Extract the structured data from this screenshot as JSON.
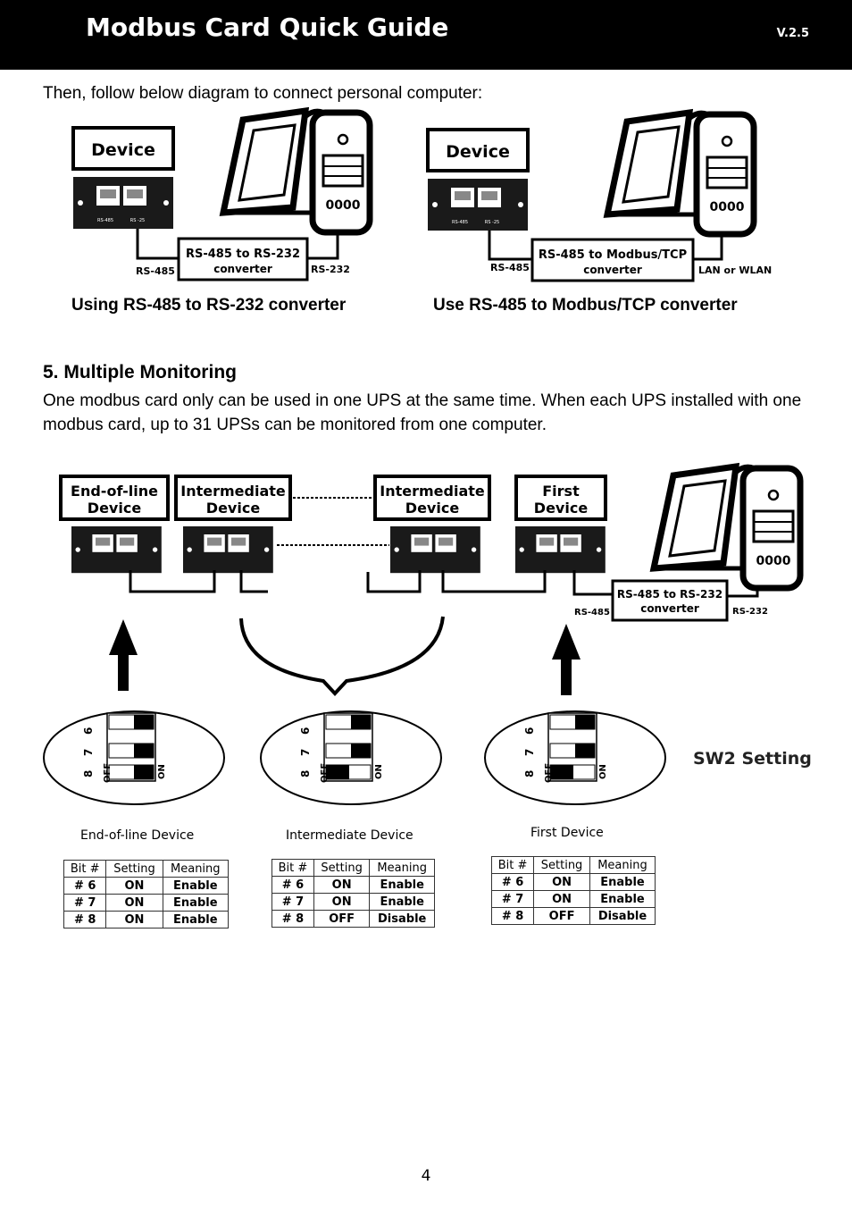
{
  "header": {
    "title": "Modbus Card Quick Guide",
    "version": "V.2.5"
  },
  "intro": "Then, follow below diagram to connect personal computer:",
  "diagram1": {
    "device": "Device",
    "port_a": "RS-485",
    "port_b": "RS -25",
    "conv_line1": "RS-485 to RS-232",
    "conv_line2": "converter",
    "left_label": "RS-485",
    "right_label": "RS-232"
  },
  "diagram2": {
    "device": "Device",
    "port_a": "RS-485",
    "port_b": "RS -25",
    "conv_line1": "RS-485 to Modbus/TCP",
    "conv_line2": "converter",
    "left_label": "RS-485",
    "right_label": "LAN or WLAN"
  },
  "captions": {
    "left": "Using RS-485 to RS-232 converter",
    "right": "Use RS-485 to Modbus/TCP converter"
  },
  "section": {
    "title": "5. Multiple Monitoring",
    "body": "One modbus card only can be used in one UPS at the same time. When each UPS installed with one modbus card, up to 31 UPSs can be monitored from one computer."
  },
  "chain": {
    "end_device": [
      "End-of-line",
      "Device"
    ],
    "inter1": [
      "Intermediate",
      "Device"
    ],
    "inter2": [
      "Intermediate",
      "Device"
    ],
    "first": [
      "First",
      "Device"
    ],
    "conv_line1": "RS-485 to RS-232",
    "conv_line2": "converter",
    "left_label": "RS-485",
    "right_label": "RS-232",
    "sw2": "SW2 Setting",
    "dip_off": "OFF",
    "dip_on": "ON",
    "dip_nums": [
      "6",
      "7",
      "8"
    ]
  },
  "tables": {
    "headers": [
      "Bit #",
      "Setting",
      "Meaning"
    ],
    "end": {
      "caption": "End-of-line Device",
      "rows": [
        [
          "# 6",
          "ON",
          "Enable"
        ],
        [
          "# 7",
          "ON",
          "Enable"
        ],
        [
          "# 8",
          "ON",
          "Enable"
        ]
      ]
    },
    "inter": {
      "caption": "Intermediate Device",
      "rows": [
        [
          "# 6",
          "ON",
          "Enable"
        ],
        [
          "# 7",
          "ON",
          "Enable"
        ],
        [
          "# 8",
          "OFF",
          "Disable"
        ]
      ]
    },
    "first": {
      "caption": "First Device",
      "rows": [
        [
          "# 6",
          "ON",
          "Enable"
        ],
        [
          "# 7",
          "ON",
          "Enable"
        ],
        [
          "# 8",
          "OFF",
          "Disable"
        ]
      ]
    }
  },
  "page_number": "4"
}
